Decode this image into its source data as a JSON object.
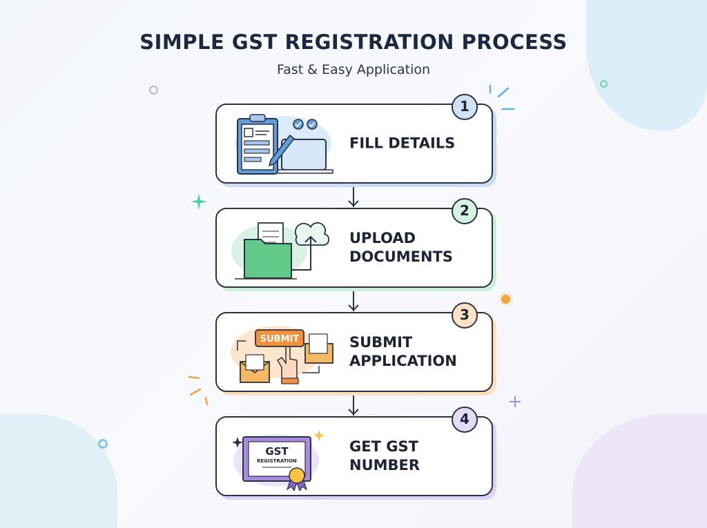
{
  "title": "SIMPLE GST REGISTRATION PROCESS",
  "subtitle": "Fast & Easy Application",
  "steps": [
    {
      "number": "1",
      "label": "FILL DETAILS",
      "accent": "#cfe3f7",
      "shadow": "#c9dcf2"
    },
    {
      "number": "2",
      "label": "UPLOAD\nDOCUMENTS",
      "accent": "#d6f2e1",
      "shadow": "#cdeedb"
    },
    {
      "number": "3",
      "label": "SUBMIT\nAPPLICATION",
      "accent": "#fde3c6",
      "shadow": "#fbe0c0"
    },
    {
      "number": "4",
      "label": "GET GST\nNUMBER",
      "accent": "#e4dcf7",
      "shadow": "#ddd2f5"
    }
  ],
  "icons": {
    "submit_button": "SUBMIT",
    "certificate_title": "GST",
    "certificate_subtitle": "REGISTRATION"
  }
}
